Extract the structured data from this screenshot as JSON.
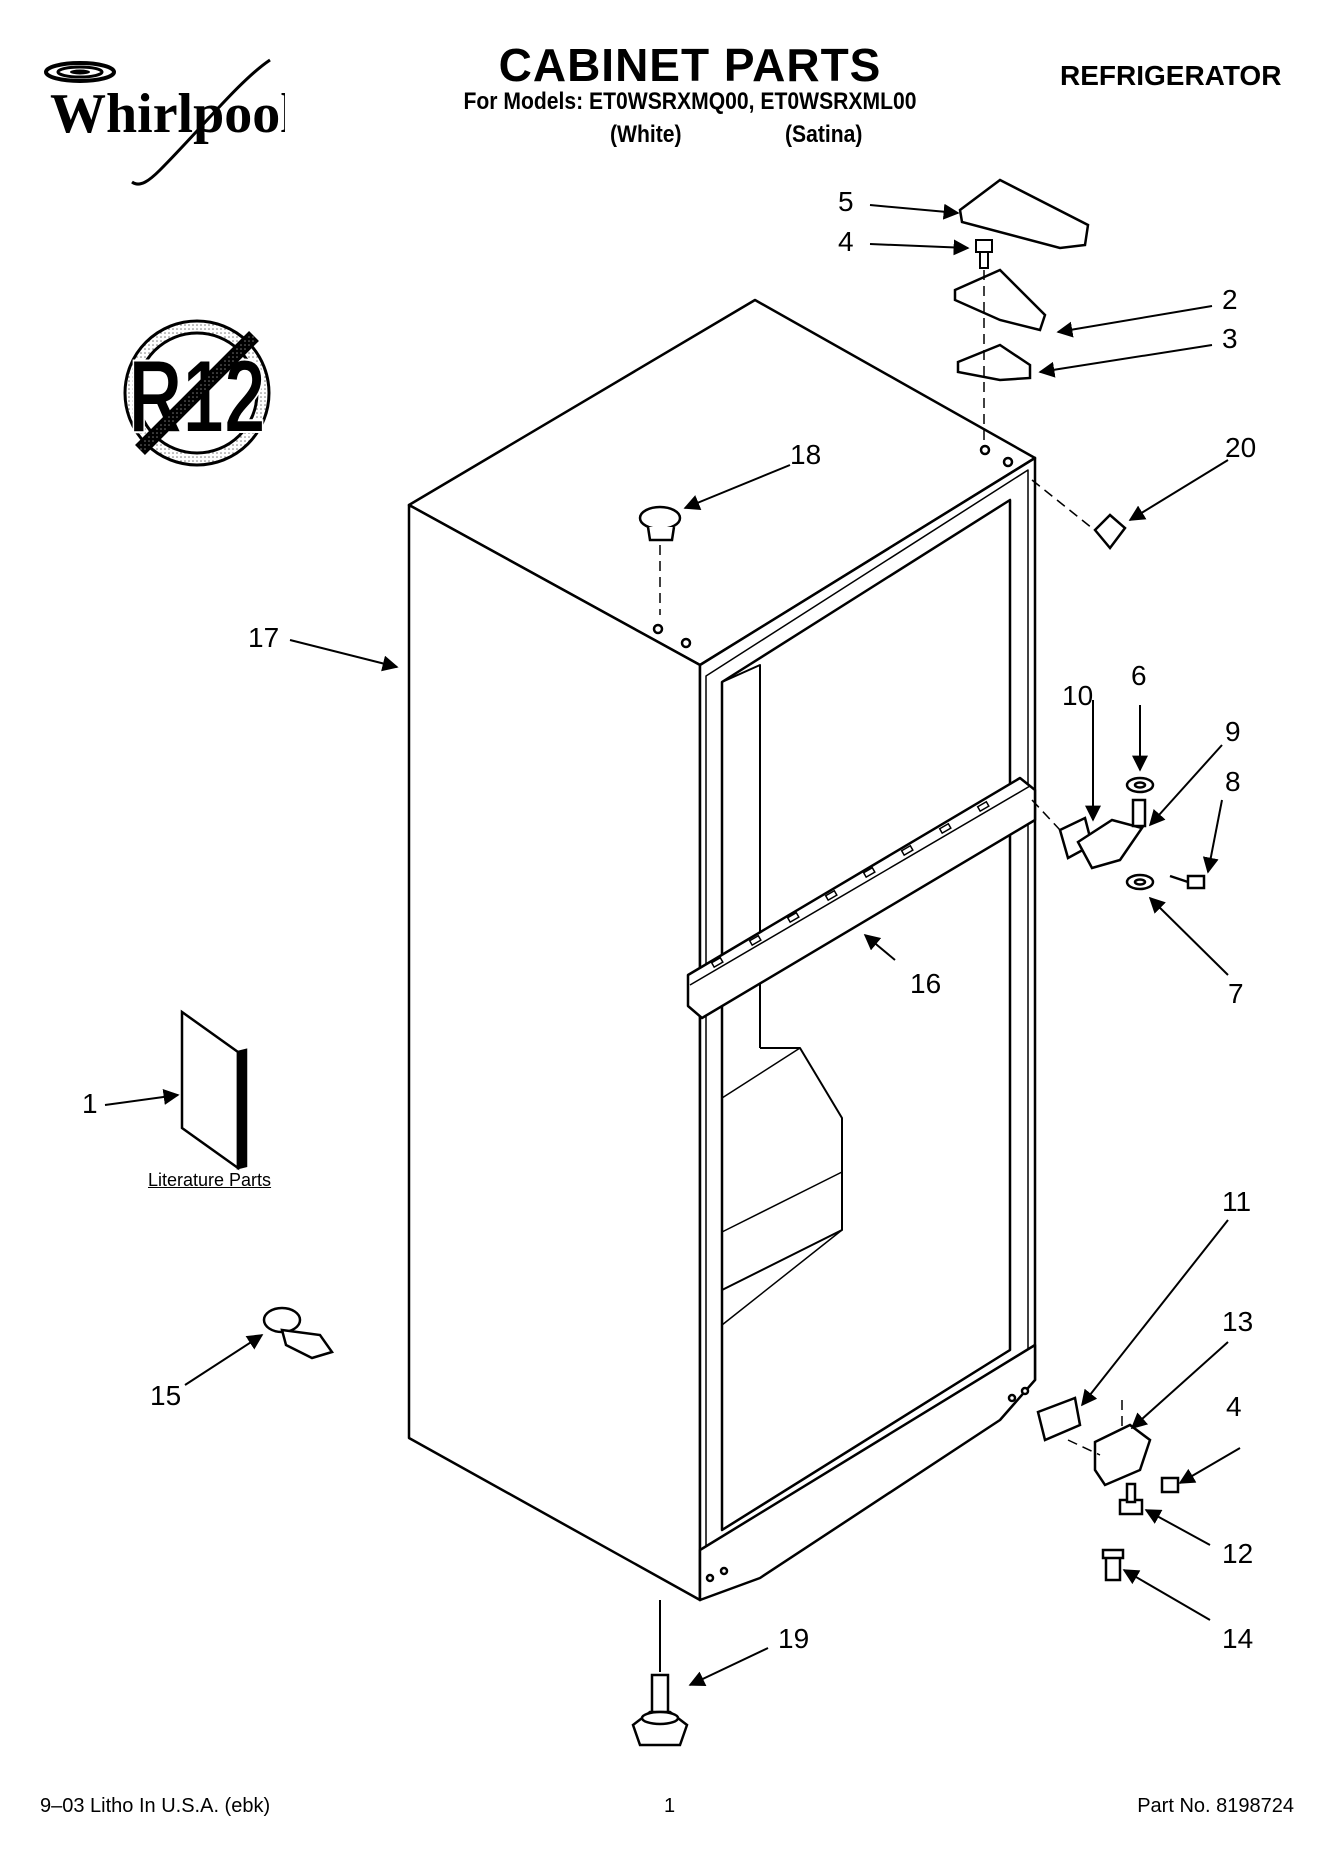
{
  "header": {
    "brand": "Whirlpool",
    "title": "CABINET PARTS",
    "for_models": "For Models: ET0WSRXMQ00, ET0WSRXML00",
    "variant_1": "(White)",
    "variant_2": "(Satina)",
    "category": "REFRIGERATOR"
  },
  "badge": {
    "text": "R12",
    "icon": "no-r12-prohibition-icon"
  },
  "callouts": {
    "c1": "1",
    "c2": "2",
    "c3": "3",
    "c4a": "4",
    "c4b": "4",
    "c5": "5",
    "c6": "6",
    "c7": "7",
    "c8": "8",
    "c9": "9",
    "c10": "10",
    "c11": "11",
    "c12": "12",
    "c13": "13",
    "c14": "14",
    "c15": "15",
    "c16": "16",
    "c17": "17",
    "c18": "18",
    "c19": "19",
    "c20": "20"
  },
  "literature_label": "Literature Parts",
  "footer": {
    "litho": "9–03 Litho In U.S.A. (ebk)",
    "page": "1",
    "part_no": "Part No. 8198724"
  }
}
